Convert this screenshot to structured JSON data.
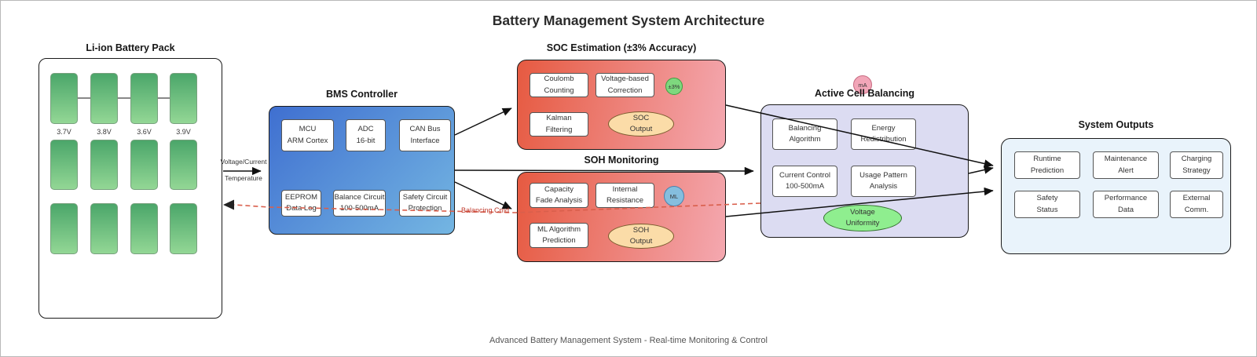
{
  "title": "Battery Management System Architecture",
  "caption": "Advanced Battery Management System - Real-time Monitoring & Control",
  "battery_pack": {
    "title": "Li-ion Battery Pack",
    "rows": 3,
    "cols": 4,
    "cell_voltages": [
      "3.7V",
      "3.8V",
      "3.6V",
      "3.9V"
    ]
  },
  "bms": {
    "title": "BMS Controller",
    "modules": [
      {
        "line1": "MCU",
        "line2": "ARM Cortex"
      },
      {
        "line1": "ADC",
        "line2": "16-bit"
      },
      {
        "line1": "CAN Bus",
        "line2": "Interface"
      },
      {
        "line1": "EEPROM",
        "line2": "Data Log"
      },
      {
        "line1": "Balance Circuit",
        "line2": "100-500mA"
      },
      {
        "line1": "Safety Circuit",
        "line2": "Protection"
      }
    ]
  },
  "soc": {
    "title": "SOC Estimation (±3% Accuracy)",
    "badge": "±3%",
    "modules": [
      {
        "line1": "Coulomb",
        "line2": "Counting"
      },
      {
        "line1": "Voltage-based",
        "line2": "Correction"
      },
      {
        "line1": "Kalman",
        "line2": "Filtering"
      }
    ],
    "output": {
      "line1": "SOC",
      "line2": "Output"
    }
  },
  "soh": {
    "title": "SOH Monitoring",
    "badge": "ML",
    "modules": [
      {
        "line1": "Capacity",
        "line2": "Fade Analysis"
      },
      {
        "line1": "Internal",
        "line2": "Resistance"
      },
      {
        "line1": "ML Algorithm",
        "line2": "Prediction"
      }
    ],
    "output": {
      "line1": "SOH",
      "line2": "Output"
    }
  },
  "acb": {
    "title": "Active Cell Balancing",
    "badge": "mA",
    "modules": [
      {
        "line1": "Balancing",
        "line2": "Algorithm"
      },
      {
        "line1": "Energy",
        "line2": "Redistribution"
      },
      {
        "line1": "Current Control",
        "line2": "100-500mA"
      },
      {
        "line1": "Usage Pattern",
        "line2": "Analysis"
      }
    ],
    "output": {
      "line1": "Voltage",
      "line2": "Uniformity"
    }
  },
  "outputs": {
    "title": "System Outputs",
    "modules": [
      {
        "line1": "Runtime",
        "line2": "Prediction"
      },
      {
        "line1": "Maintenance",
        "line2": "Alert"
      },
      {
        "line1": "Charging",
        "line2": "Strategy"
      },
      {
        "line1": "Safety",
        "line2": "Status"
      },
      {
        "line1": "Performance",
        "line2": "Data"
      },
      {
        "line1": "External",
        "line2": "Comm."
      }
    ]
  },
  "edges": {
    "pack_to_bms_label_top": "Voltage/Current",
    "pack_to_bms_label_bottom": "Temperature",
    "balancing_cmd_label": "Balancing Cmd"
  },
  "colors": {
    "bms_gradient_start": "#3f6fd0",
    "bms_gradient_end": "#74b6e2",
    "soc_soh_gradient_start": "#e65a41",
    "soc_soh_gradient_end": "#f4a8b0",
    "acb_fill": "#dcdcf2",
    "outputs_fill": "#e9f3fb",
    "cell_green_top": "#4ba66a",
    "cell_green_bottom": "#93d795",
    "output_ellipse_peach": "#fbdca8",
    "uniformity_ellipse_green": "#8fee8f",
    "badge_green": "#7ed87e",
    "badge_blue": "#85bede",
    "badge_pink": "#f2a6b8",
    "balancing_dash_red": "#d95f4c",
    "edge_black": "#111111"
  }
}
